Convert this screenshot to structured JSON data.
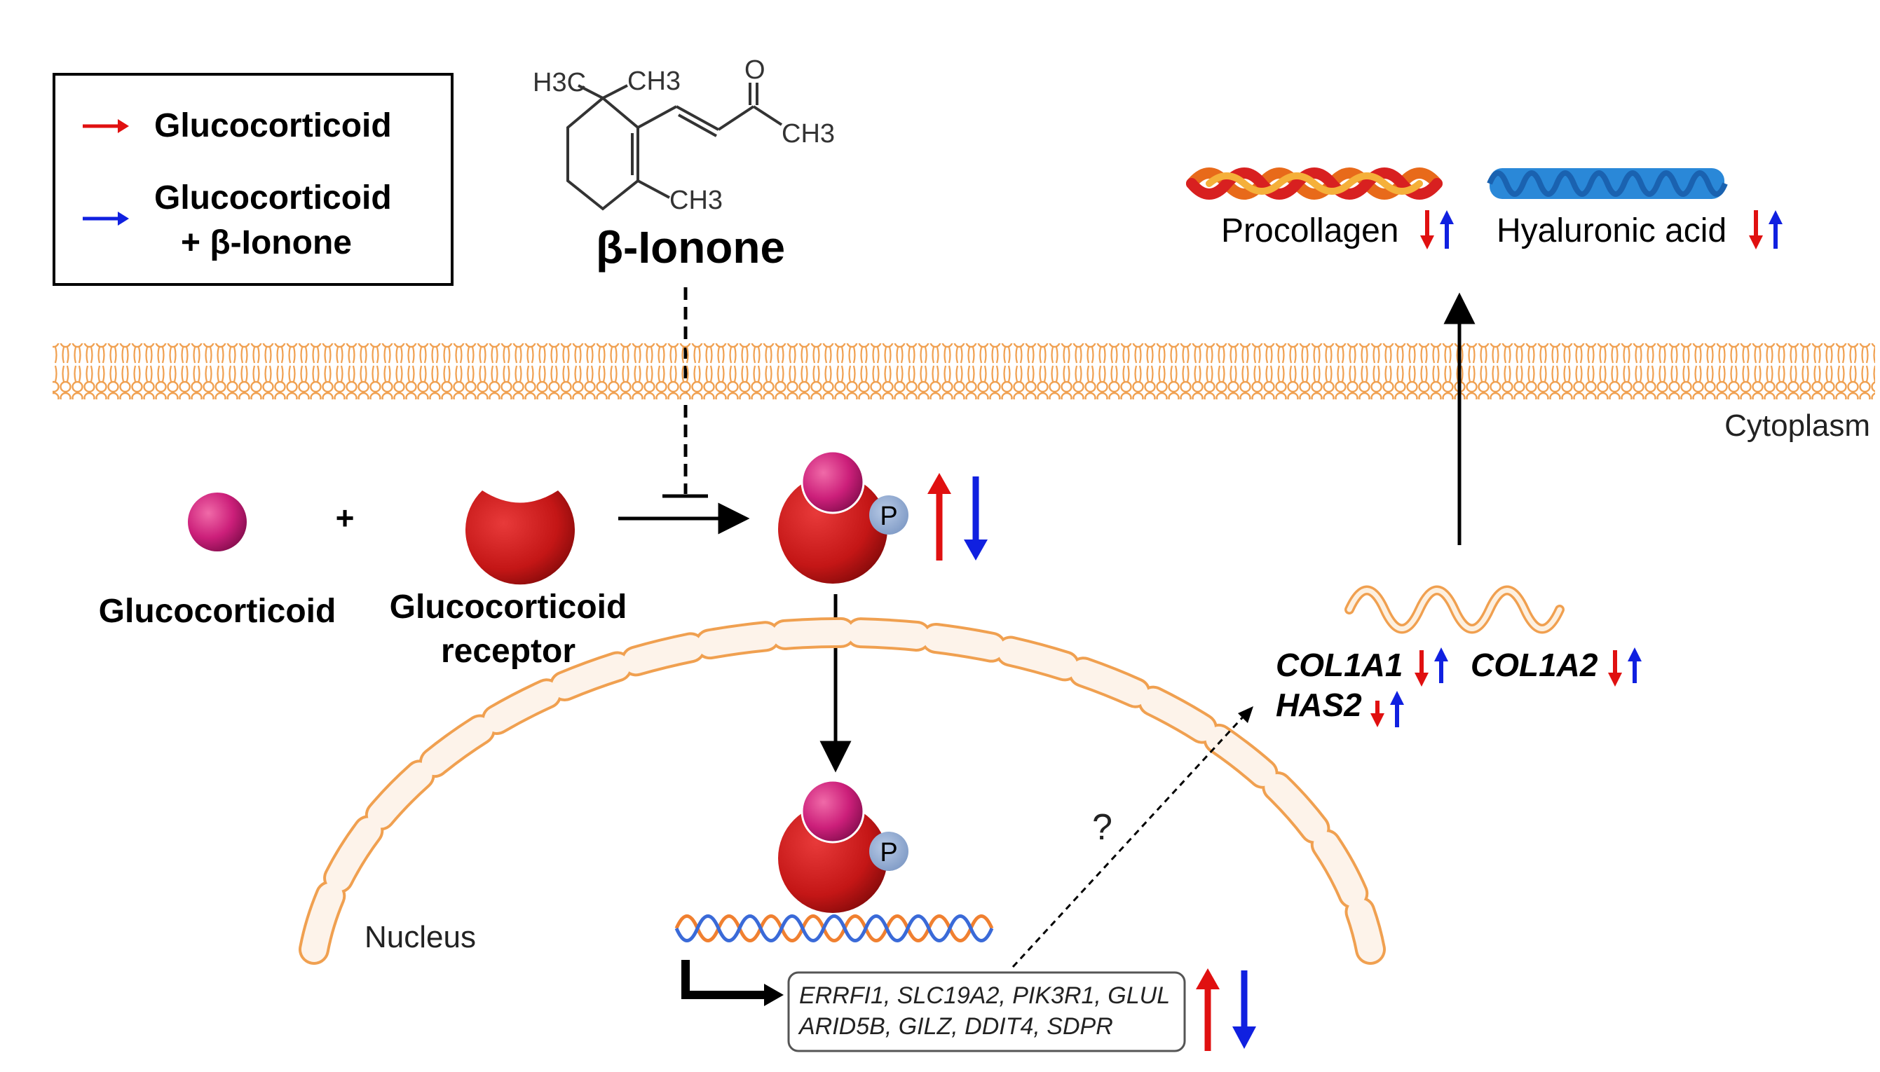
{
  "legend": {
    "item1_label": "Glucocorticoid",
    "item2_line1": "Glucocorticoid",
    "item2_line2": "+ β-Ionone",
    "red_color": "#e01010",
    "blue_color": "#1020e0"
  },
  "molecule": {
    "name": "β-Ionone",
    "atoms": {
      "h3c": "H3C",
      "ch3_top": "CH3",
      "oxygen": "O",
      "ch3_right": "CH3",
      "ch3_ring": "CH3"
    }
  },
  "labels": {
    "glucocorticoid": "Glucocorticoid",
    "receptor_line1": "Glucocorticoid",
    "receptor_line2": "receptor",
    "phospho": "P",
    "plus": "+",
    "cytoplasm": "Cytoplasm",
    "nucleus": "Nucleus",
    "question": "?"
  },
  "genes": {
    "target_line1": "ERRFI1, SLC19A2, PIK3R1, GLUL",
    "target_line2": "ARID5B, GILZ, DDIT4, SDPR",
    "col1a1": "COL1A1",
    "col1a2": "COL1A2",
    "has2": "HAS2"
  },
  "products": {
    "procollagen": "Procollagen",
    "hyaluronic_acid": "Hyaluronic acid"
  },
  "colors": {
    "membrane": "#f0a050",
    "receptor": "#c81818",
    "ligand": "#cc1f7a",
    "phospho": "#8fa8d0"
  }
}
